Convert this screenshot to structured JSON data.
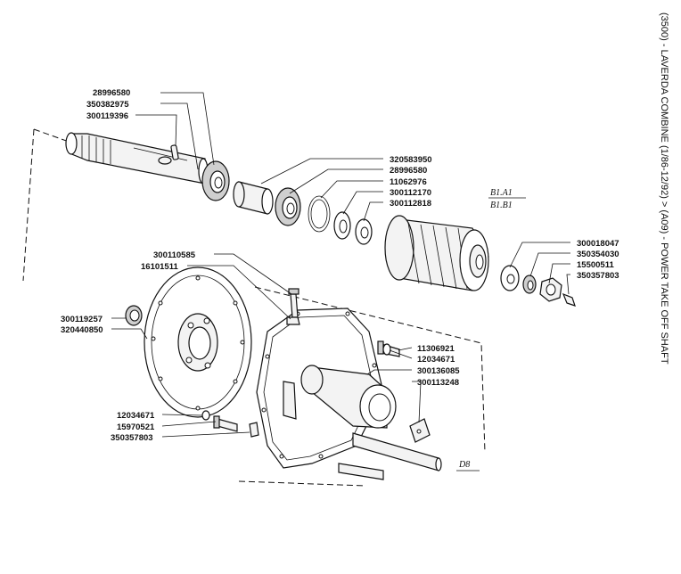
{
  "title": "(3500) - LAVERDA COMBINE (1/86-12/92) > (A09) - POWER TAKE OFF SHAFT",
  "part_labels": [
    "28996580",
    "350382975",
    "300119396",
    "320583950",
    "28996580",
    "11062976",
    "300112170",
    "300112818",
    "300018047",
    "350354030",
    "15500511",
    "350357803",
    "300110585",
    "16101511",
    "300119257",
    "320440850",
    "11306921",
    "12034671",
    "300136085",
    "300113248",
    "12034671",
    "15970521",
    "350357803"
  ],
  "reference_labels": [
    "B1.A1",
    "B1.B1",
    "D8"
  ]
}
